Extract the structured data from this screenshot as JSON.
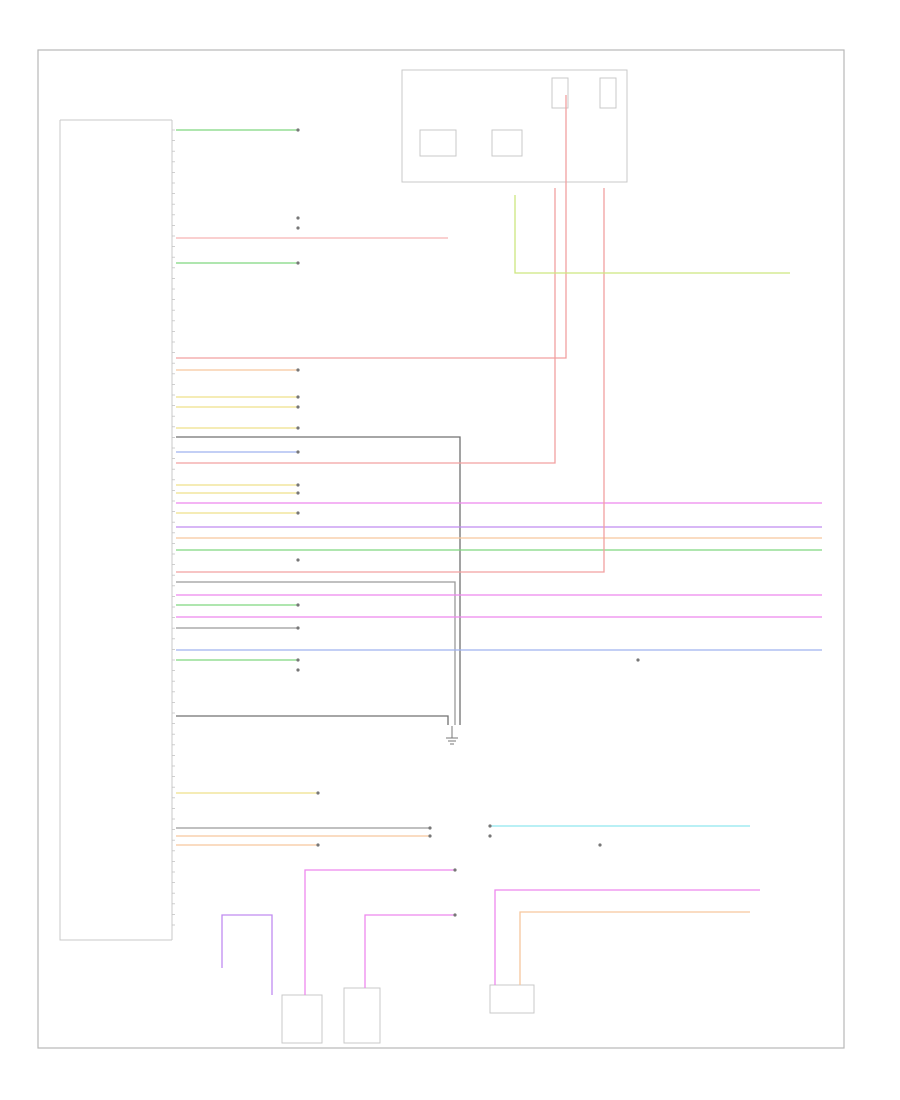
{
  "diagram": {
    "left_connector_label": "",
    "footer_code": "",
    "colors": {
      "green": "#7fd67f",
      "red": "#f2a0a0",
      "pink": "#f7b5b5",
      "yellow": "#efe08a",
      "orange": "#f6c79d",
      "gray": "#9a9a9a",
      "blue": "#9fb2ef",
      "magenta": "#ee88ee",
      "violet": "#c08cf0",
      "cyan": "#8fe6ef",
      "lime": "#cde67f",
      "dark": "#707070"
    },
    "wires": [
      {
        "id": "w1",
        "color": "green"
      },
      {
        "id": "w2",
        "color": "pink"
      },
      {
        "id": "w3",
        "color": "green"
      },
      {
        "id": "w4",
        "color": "red"
      },
      {
        "id": "w5",
        "color": "orange"
      },
      {
        "id": "w6",
        "color": "yellow"
      },
      {
        "id": "w7",
        "color": "yellow"
      },
      {
        "id": "w8",
        "color": "yellow"
      },
      {
        "id": "w9",
        "color": "dark"
      },
      {
        "id": "w10",
        "color": "blue"
      },
      {
        "id": "w11",
        "color": "red"
      },
      {
        "id": "w12",
        "color": "yellow"
      },
      {
        "id": "w13",
        "color": "yellow"
      },
      {
        "id": "w14",
        "color": "magenta"
      },
      {
        "id": "w15",
        "color": "yellow"
      },
      {
        "id": "w16",
        "color": "violet"
      },
      {
        "id": "w17",
        "color": "orange"
      },
      {
        "id": "w18",
        "color": "green"
      },
      {
        "id": "w19",
        "color": "red"
      },
      {
        "id": "w20",
        "color": "gray"
      },
      {
        "id": "w21",
        "color": "magenta"
      },
      {
        "id": "w22",
        "color": "green"
      },
      {
        "id": "w23",
        "color": "magenta"
      },
      {
        "id": "w24",
        "color": "gray"
      },
      {
        "id": "w25",
        "color": "blue"
      },
      {
        "id": "w26",
        "color": "green"
      },
      {
        "id": "w27",
        "color": "dark"
      },
      {
        "id": "w28",
        "color": "yellow"
      },
      {
        "id": "w29",
        "color": "gray"
      },
      {
        "id": "w30",
        "color": "orange"
      },
      {
        "id": "w31",
        "color": "orange"
      },
      {
        "id": "w32",
        "color": "cyan"
      },
      {
        "id": "w33",
        "color": "magenta"
      },
      {
        "id": "w34",
        "color": "violet"
      },
      {
        "id": "w35",
        "color": "lime"
      },
      {
        "id": "w36",
        "color": "orange"
      }
    ]
  }
}
